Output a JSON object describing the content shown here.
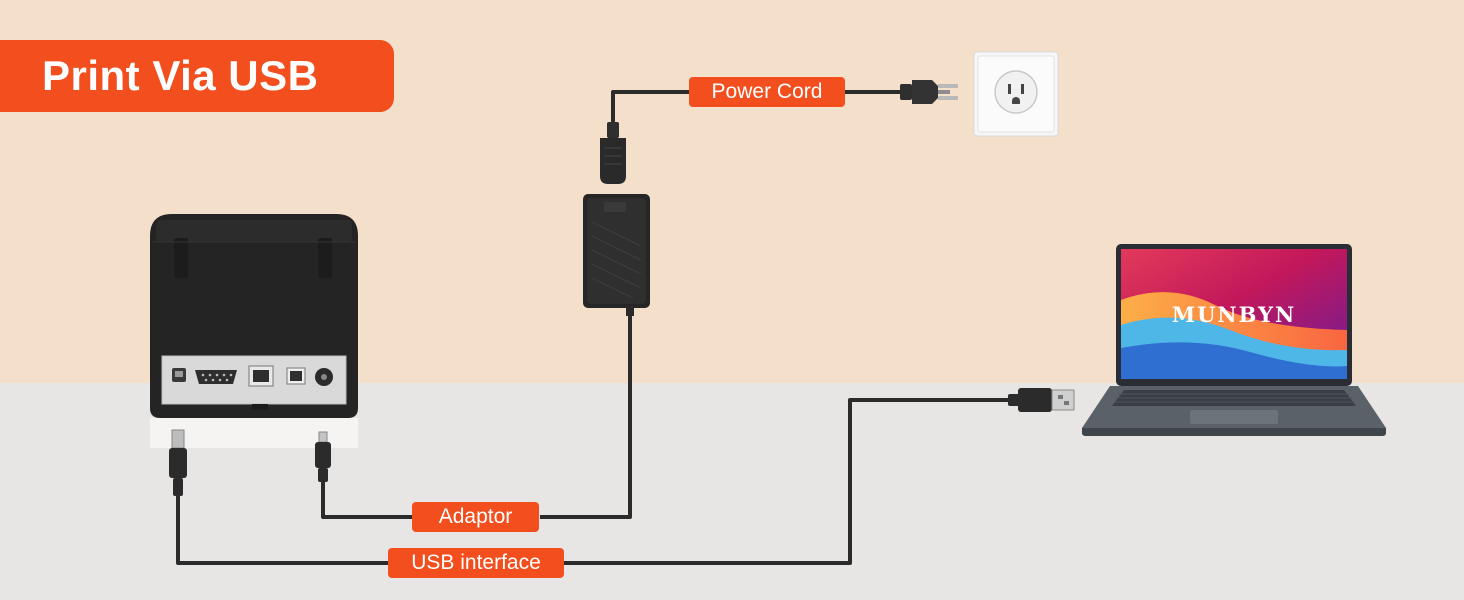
{
  "title": "Print Via USB",
  "labels": {
    "power_cord": "Power Cord",
    "adaptor": "Adaptor",
    "usb_interface": "USB interface"
  },
  "laptop": {
    "brand": "MUNBYN"
  },
  "colors": {
    "accent": "#f24e1e",
    "wall": "#f4dfca",
    "floor": "#e8e6e4",
    "cable": "#2b2b2b"
  },
  "icons": [
    "printer",
    "power-adapter",
    "wall-outlet",
    "power-plug",
    "laptop",
    "usb-a-plug",
    "usb-b-plug",
    "dc-plug"
  ]
}
